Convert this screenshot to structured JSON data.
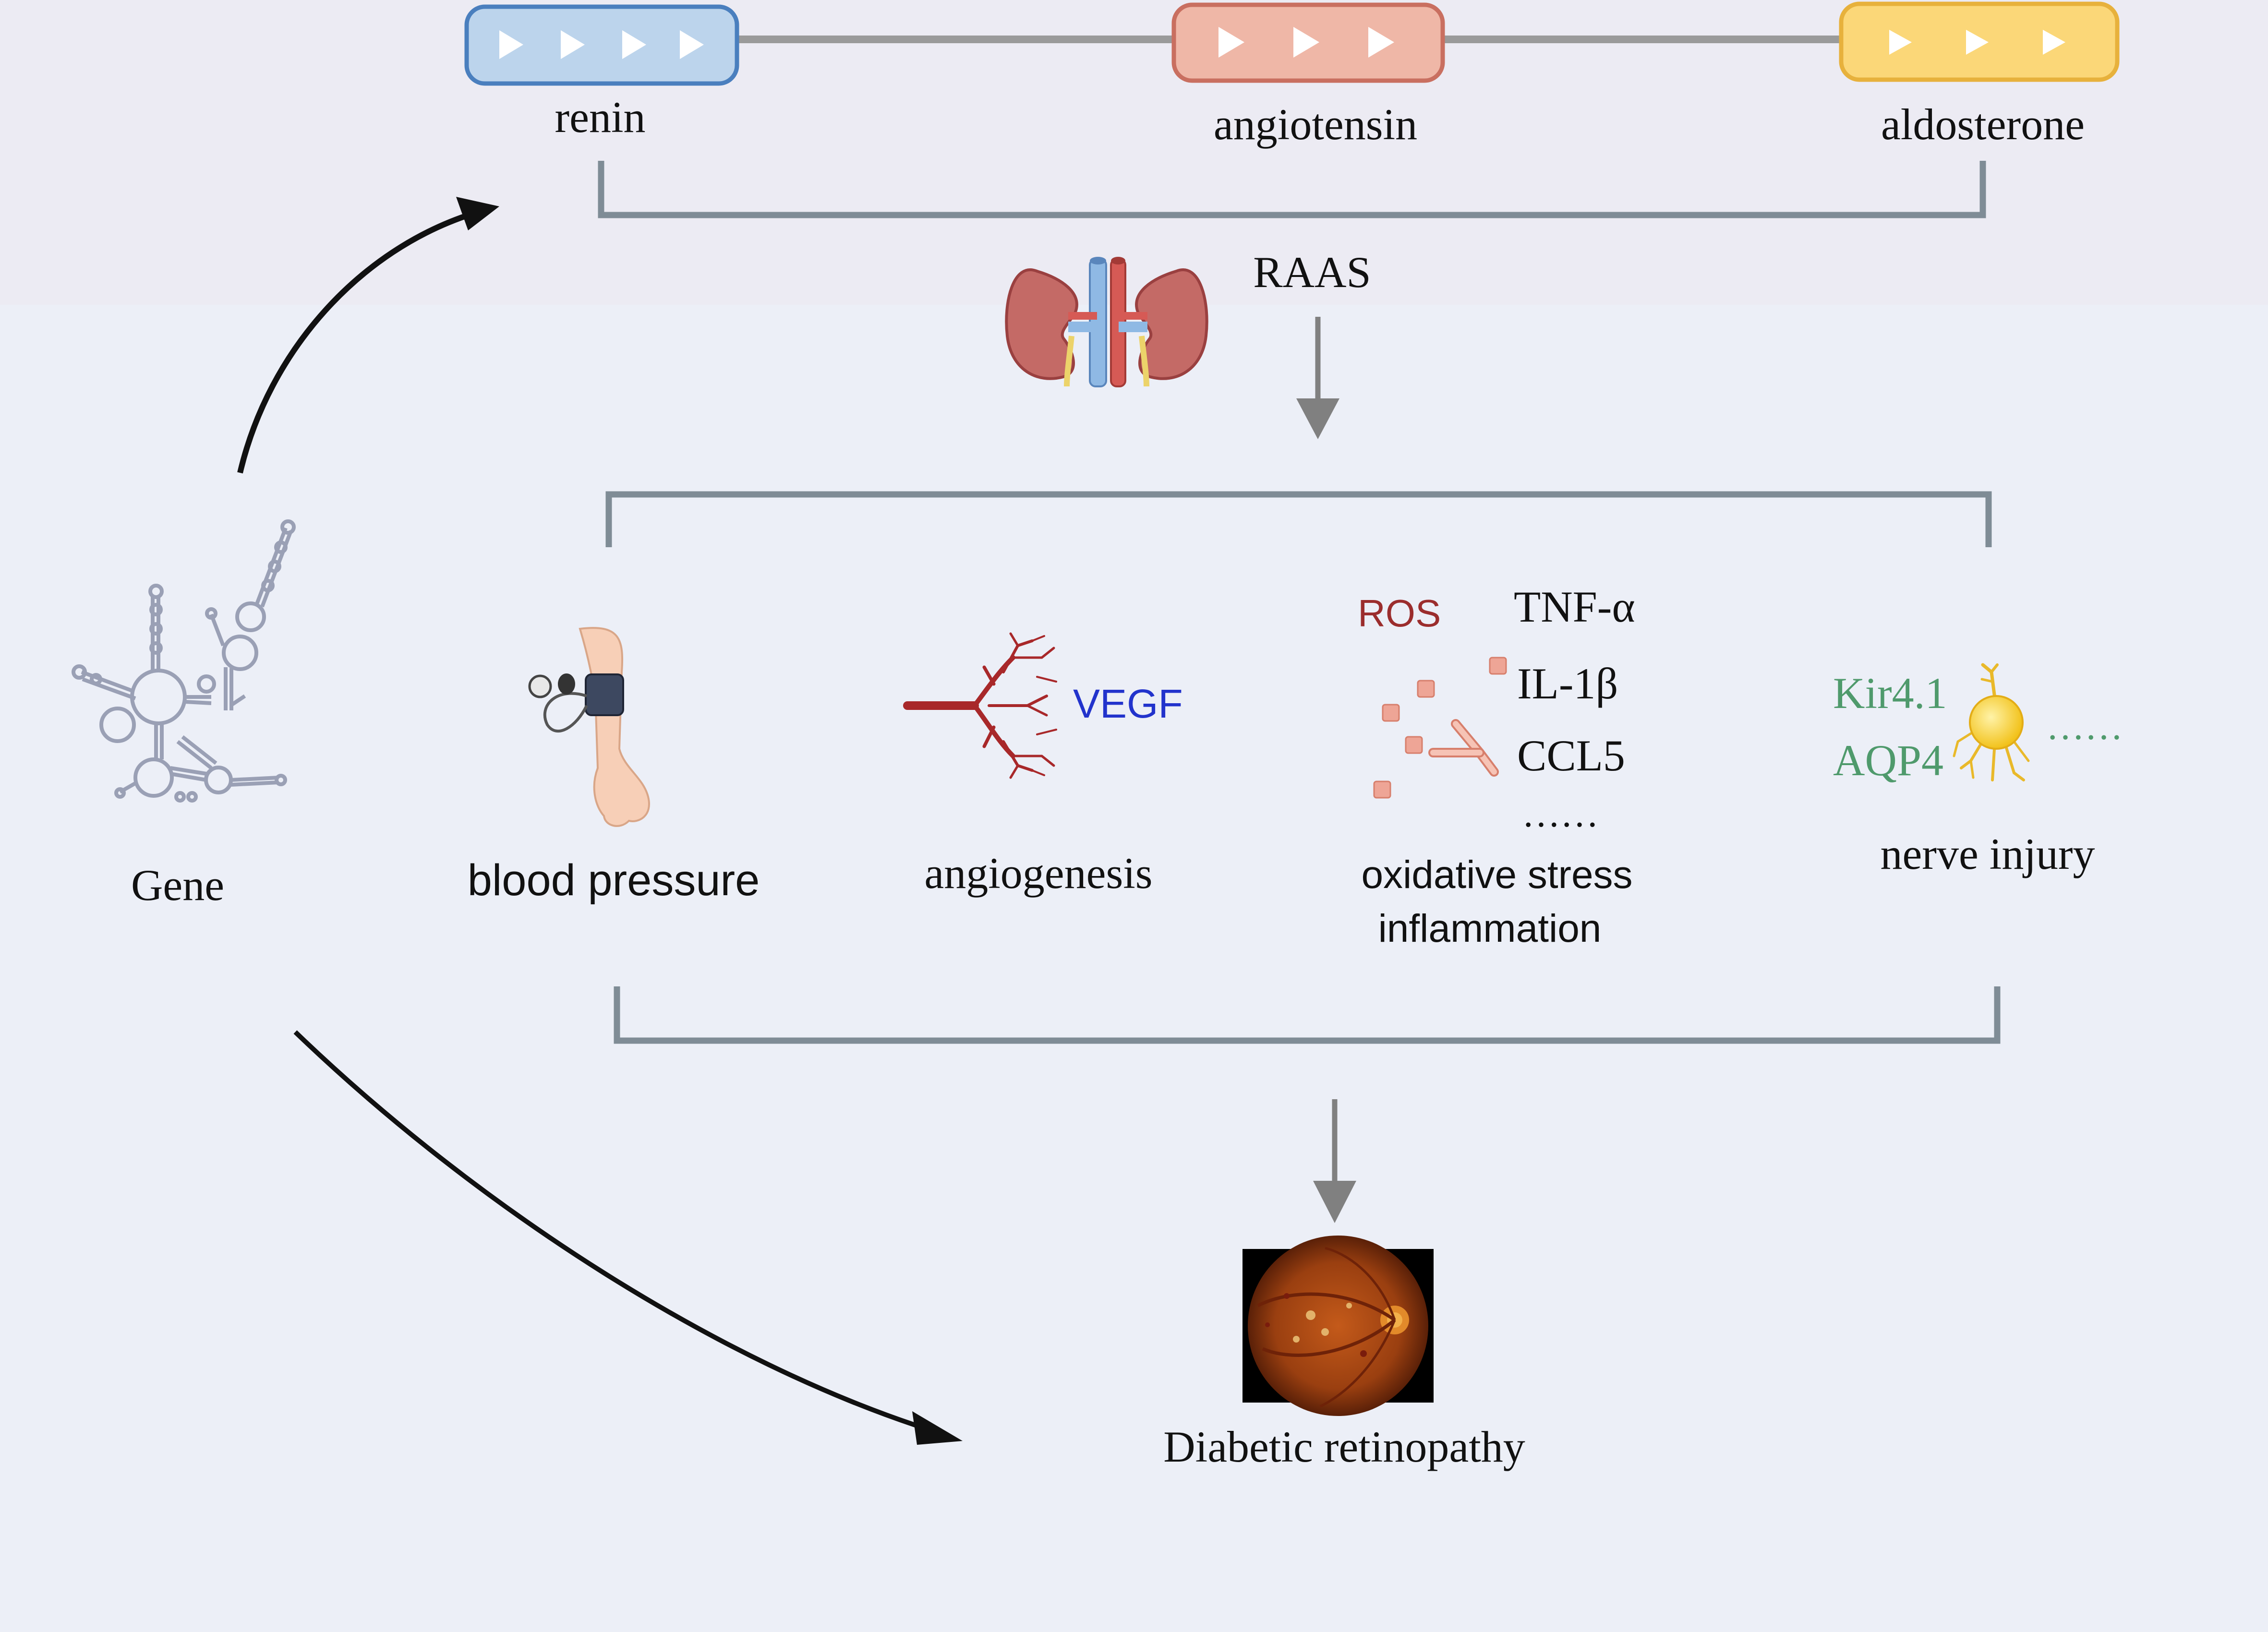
{
  "raas": {
    "genes": [
      {
        "label": "renin",
        "color": "#bcd4ec",
        "border": "#4a7fbe",
        "arrows": 4
      },
      {
        "label": "angiotensin",
        "color": "#efb7a7",
        "border": "#c96f60",
        "arrows": 3
      },
      {
        "label": "aldosterone",
        "color": "#fbd778",
        "border": "#e7b13c",
        "arrows": 3
      }
    ],
    "label": "RAAS"
  },
  "gene": {
    "label": "Gene"
  },
  "effects": {
    "blood_pressure": {
      "label": "blood pressure"
    },
    "angiogenesis": {
      "label": "angiogenesis",
      "marker": "VEGF",
      "marker_color": "#2233cc"
    },
    "oxidative": {
      "label_line1": "oxidative stress",
      "label_line2": "inflammation",
      "ros": "ROS",
      "ros_color": "#9b2d2d",
      "cytokines": [
        "TNF-α",
        "IL-1β",
        "CCL5"
      ],
      "more": "……"
    },
    "nerve": {
      "label": "nerve injury",
      "markers": [
        "Kir4.1",
        "AQP4"
      ],
      "marker_color": "#4f9a6c",
      "more": "……"
    }
  },
  "outcome": {
    "label": "Diabetic retinopathy"
  },
  "colors": {
    "top_band": "#ecebf3",
    "background": "#eceff7",
    "bracket": "#7f8c96",
    "arrow": "#808080"
  }
}
